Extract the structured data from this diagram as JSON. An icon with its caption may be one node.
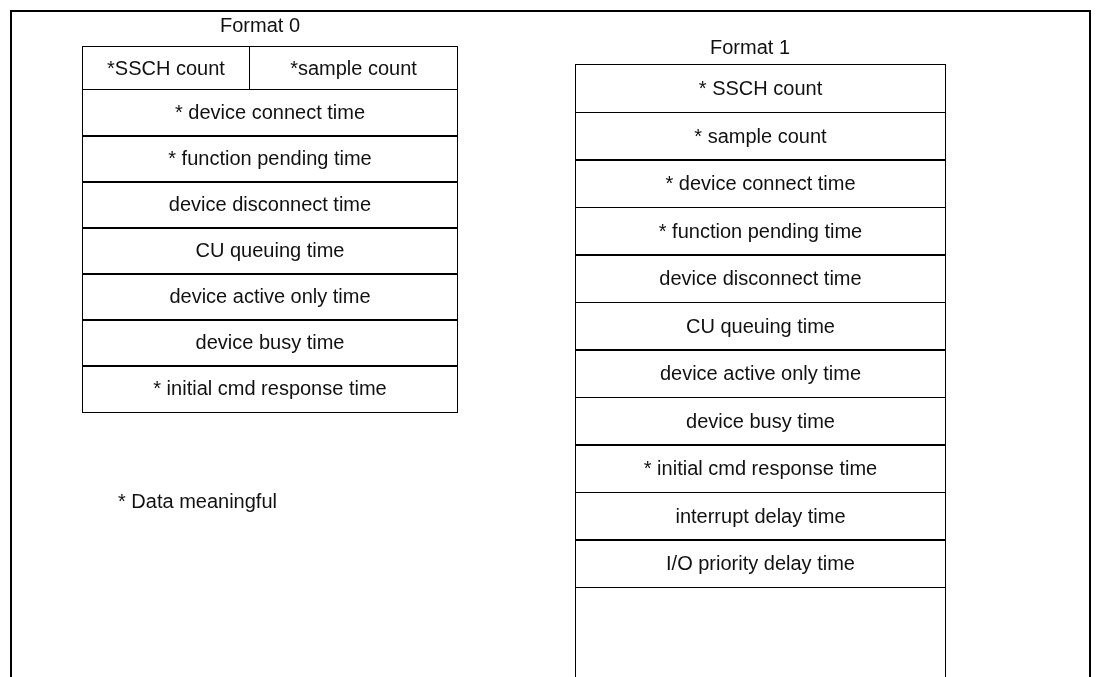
{
  "diagram": {
    "labels": [
      "Format 0",
      "*SSCH count",
      "*sample count",
      "* device connect time",
      "* function pending time",
      "device disconnect time",
      "CU queuing time",
      "device active only time",
      "device busy time",
      "* initial cmd response time",
      "* Data meaningful",
      "Format 1",
      "* SSCH count",
      "* sample count",
      "* device connect time",
      "* function pending time",
      "device disconnect time",
      "CU queuing time",
      "device active only time",
      "device busy time",
      "* initial cmd response time",
      "interrupt delay time",
      "I/O priority delay time"
    ]
  }
}
